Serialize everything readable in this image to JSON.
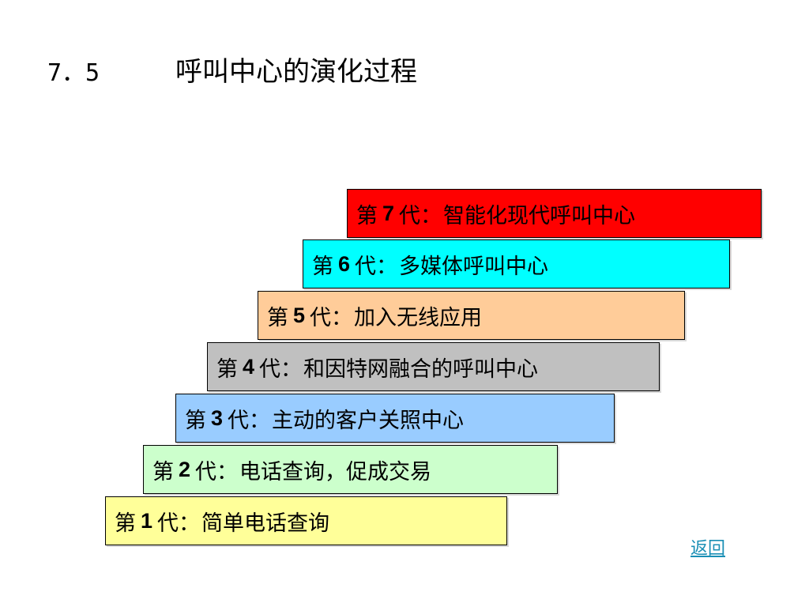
{
  "slide": {
    "title_number": "7．5",
    "title_text": "呼叫中心的演化过程"
  },
  "steps": [
    {
      "prefix": "第",
      "number": "1",
      "suffix": "代",
      "sep": "：",
      "text": "简单电话查询",
      "color": "#ffff99"
    },
    {
      "prefix": "第",
      "number": "2",
      "suffix": "代",
      "sep": "：",
      "text": "电话查询，促成交易",
      "color": "#ccffcc"
    },
    {
      "prefix": "第",
      "number": "3",
      "suffix": "代",
      "sep": "：",
      "text": "主动的客户关照中心",
      "color": "#99ccff"
    },
    {
      "prefix": "第",
      "number": "4",
      "suffix": "代",
      "sep": "：",
      "text": "和因特网融合的呼叫中心",
      "color": "#c0c0c0"
    },
    {
      "prefix": "第",
      "number": "5",
      "suffix": "代",
      "sep": "：",
      "text": "加入无线应用",
      "color": "#ffcc99"
    },
    {
      "prefix": "第",
      "number": "6",
      "suffix": "代",
      "sep": "：",
      "text": "多媒体呼叫中心",
      "color": "#00ffff"
    },
    {
      "prefix": "第",
      "number": "7",
      "suffix": "代",
      "sep": "：",
      "text": "智能化现代呼叫中心",
      "color": "#ff0000"
    }
  ],
  "nav": {
    "back_label": "返回",
    "link_color": "#1a8fb5"
  }
}
